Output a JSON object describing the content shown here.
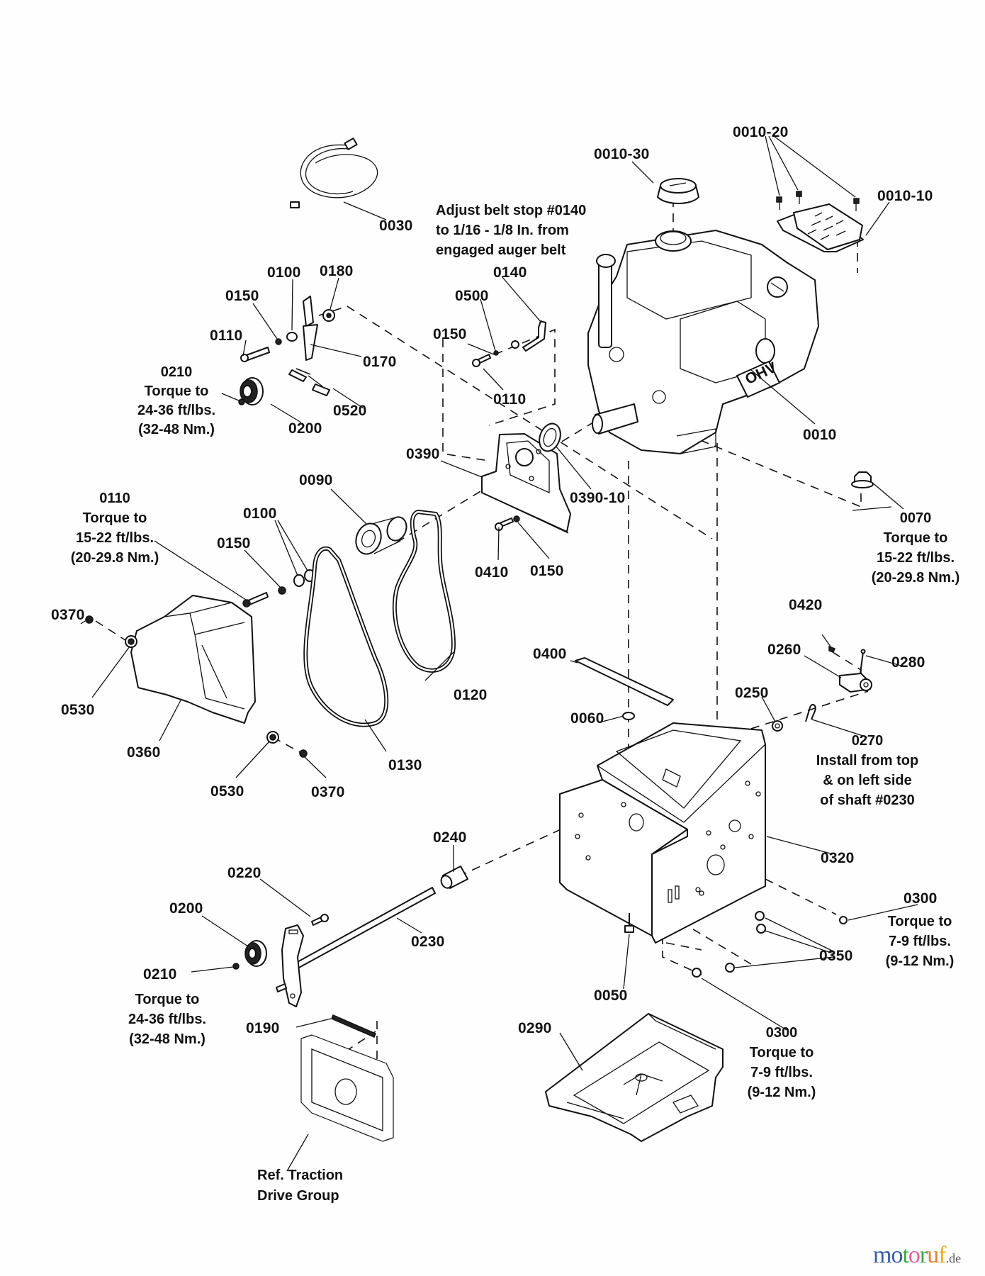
{
  "diagram": {
    "title": "Engine, Belts and Drive Components — exploded parts view",
    "callouts": [
      {
        "id": "c-0010-20",
        "text": "0010-20"
      },
      {
        "id": "c-0010-30",
        "text": "0010-30"
      },
      {
        "id": "c-0010-10",
        "text": "0010-10"
      },
      {
        "id": "c-0030",
        "text": "0030"
      },
      {
        "id": "c-0100a",
        "text": "0100"
      },
      {
        "id": "c-0180",
        "text": "0180"
      },
      {
        "id": "c-0150a",
        "text": "0150"
      },
      {
        "id": "c-0140",
        "text": "0140"
      },
      {
        "id": "c-0500",
        "text": "0500"
      },
      {
        "id": "c-0110a",
        "text": "0110"
      },
      {
        "id": "c-0150b",
        "text": "0150"
      },
      {
        "id": "c-0170",
        "text": "0170"
      },
      {
        "id": "c-0110b",
        "text": "0110"
      },
      {
        "id": "c-0200a",
        "text": "0200"
      },
      {
        "id": "c-0520",
        "text": "0520"
      },
      {
        "id": "c-0010",
        "text": "0010"
      },
      {
        "id": "c-0390",
        "text": "0390"
      },
      {
        "id": "c-0390-10",
        "text": "0390-10"
      },
      {
        "id": "c-0090",
        "text": "0090"
      },
      {
        "id": "c-0100b",
        "text": "0100"
      },
      {
        "id": "c-0150c",
        "text": "0150"
      },
      {
        "id": "c-0410",
        "text": "0410"
      },
      {
        "id": "c-0150d",
        "text": "0150"
      },
      {
        "id": "c-0370a",
        "text": "0370"
      },
      {
        "id": "c-0420",
        "text": "0420"
      },
      {
        "id": "c-0260",
        "text": "0260"
      },
      {
        "id": "c-0280",
        "text": "0280"
      },
      {
        "id": "c-0530a",
        "text": "0530"
      },
      {
        "id": "c-0360",
        "text": "0360"
      },
      {
        "id": "c-0400",
        "text": "0400"
      },
      {
        "id": "c-0120",
        "text": "0120"
      },
      {
        "id": "c-0130",
        "text": "0130"
      },
      {
        "id": "c-0060",
        "text": "0060"
      },
      {
        "id": "c-0250",
        "text": "0250"
      },
      {
        "id": "c-0530b",
        "text": "0530"
      },
      {
        "id": "c-0370b",
        "text": "0370"
      },
      {
        "id": "c-0320",
        "text": "0320"
      },
      {
        "id": "c-0240",
        "text": "0240"
      },
      {
        "id": "c-0220",
        "text": "0220"
      },
      {
        "id": "c-0200b",
        "text": "0200"
      },
      {
        "id": "c-0230",
        "text": "0230"
      },
      {
        "id": "c-0300a",
        "text": "0300"
      },
      {
        "id": "c-0350",
        "text": "0350"
      },
      {
        "id": "c-0210b",
        "text": "0210"
      },
      {
        "id": "c-0050",
        "text": "0050"
      },
      {
        "id": "c-0190",
        "text": "0190"
      },
      {
        "id": "c-0290",
        "text": "0290"
      }
    ],
    "notes": {
      "belt_stop": [
        "Adjust belt stop #0140",
        "to 1/16 - 1/8 In. from",
        "engaged auger belt"
      ],
      "n0210a": [
        "0210",
        "Torque to",
        "24-36 ft/lbs.",
        "(32-48 Nm.)"
      ],
      "n0110": [
        "0110",
        "Torque to",
        "15-22 ft/lbs.",
        "(20-29.8 Nm.)"
      ],
      "n0070": [
        "0070",
        "Torque to",
        "15-22 ft/lbs.",
        "(20-29.8 Nm.)"
      ],
      "n0270": [
        "0270",
        "Install from top",
        "& on left side",
        "of shaft #0230"
      ],
      "n0300a": [
        "Torque to",
        "7-9 ft/lbs.",
        "(9-12 Nm.)"
      ],
      "n0210b": [
        "Torque to",
        "24-36 ft/lbs.",
        "(32-48 Nm.)"
      ],
      "n0300b": [
        "0300",
        "Torque to",
        "7-9 ft/lbs.",
        "(9-12 Nm.)"
      ],
      "ref_traction": [
        "Ref. Traction",
        "Drive Group"
      ]
    },
    "engine_badge": "OHV"
  },
  "watermark": {
    "letters": [
      {
        "ch": "m",
        "color": "#3b5aa8"
      },
      {
        "ch": "o",
        "color": "#3b5aa8"
      },
      {
        "ch": "t",
        "color": "#3aa845"
      },
      {
        "ch": "o",
        "color": "#e0609a"
      },
      {
        "ch": "r",
        "color": "#3aa845"
      },
      {
        "ch": "u",
        "color": "#e0822a"
      },
      {
        "ch": "f",
        "color": "#e8b020"
      }
    ],
    "tld": ".de"
  }
}
